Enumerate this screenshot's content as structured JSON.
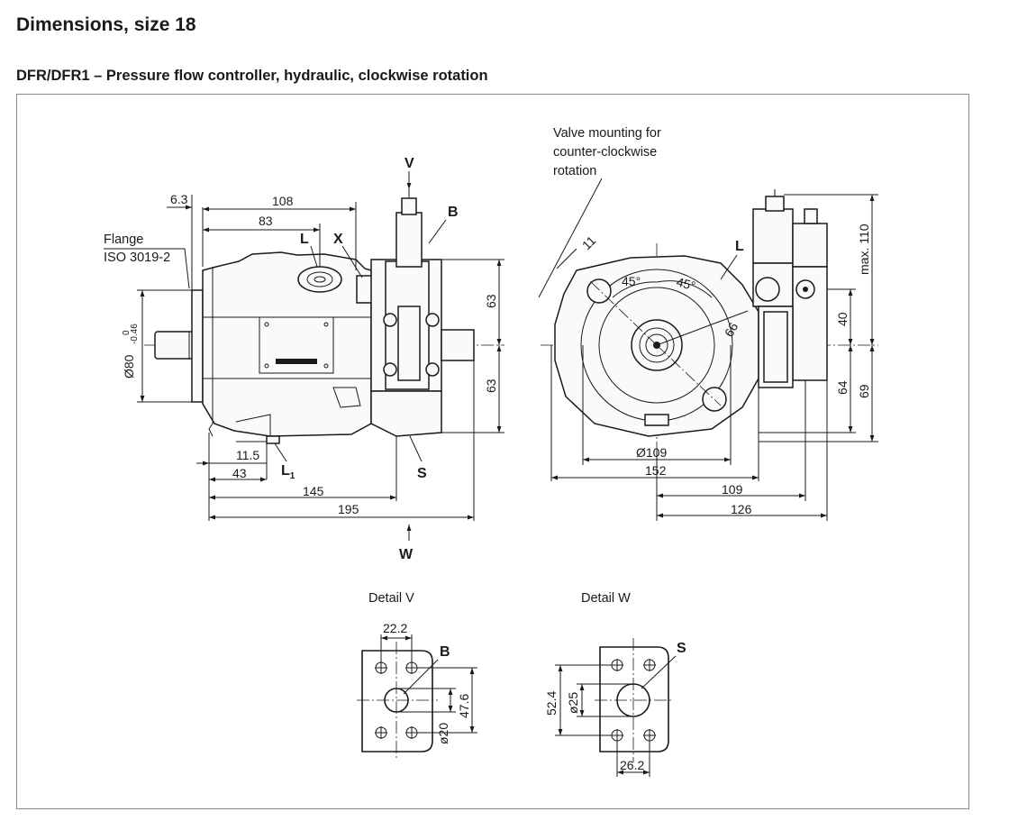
{
  "page_title": "Dimensions, size 18",
  "section_title": "DFR/DFR1 – Pressure flow controller, hydraulic, clockwise rotation",
  "side_view": {
    "dims": {
      "d6_3": "6.3",
      "d108": "108",
      "d83": "83",
      "d63_top": "63",
      "d63_bottom": "63",
      "d11_5": "11.5",
      "d43": "43",
      "d145": "145",
      "d195": "195"
    },
    "flange_diameter": "Ø80",
    "flange_tol_upper": "0",
    "flange_tol_lower": "-0.46",
    "flange_note_line1": "Flange",
    "flange_note_line2": "ISO 3019-2",
    "labels": {
      "V": "V",
      "B": "B",
      "L": "L",
      "X": "X",
      "L1_main": "L",
      "L1_sub": "1",
      "S": "S",
      "W": "W"
    }
  },
  "front_view": {
    "note_line1": "Valve mounting for",
    "note_line2": "counter-clockwise",
    "note_line3": "rotation",
    "dims": {
      "d11": "11",
      "a45_left": "45°",
      "a45_right": "45°",
      "d66": "66",
      "d109_dia": "Ø109",
      "d152": "152",
      "d109": "109",
      "d126": "126",
      "max110": "max. 110",
      "d40": "40",
      "d64": "64",
      "d69": "69"
    },
    "labels": {
      "L": "L"
    }
  },
  "detail_v": {
    "title": "Detail V",
    "label": "B",
    "dims": {
      "d22_2": "22.2",
      "d47_6": "47.6",
      "d20": "ø20"
    }
  },
  "detail_w": {
    "title": "Detail W",
    "label": "S",
    "dims": {
      "d52_4": "52.4",
      "d25": "ø25",
      "d26_2": "26.2"
    }
  }
}
